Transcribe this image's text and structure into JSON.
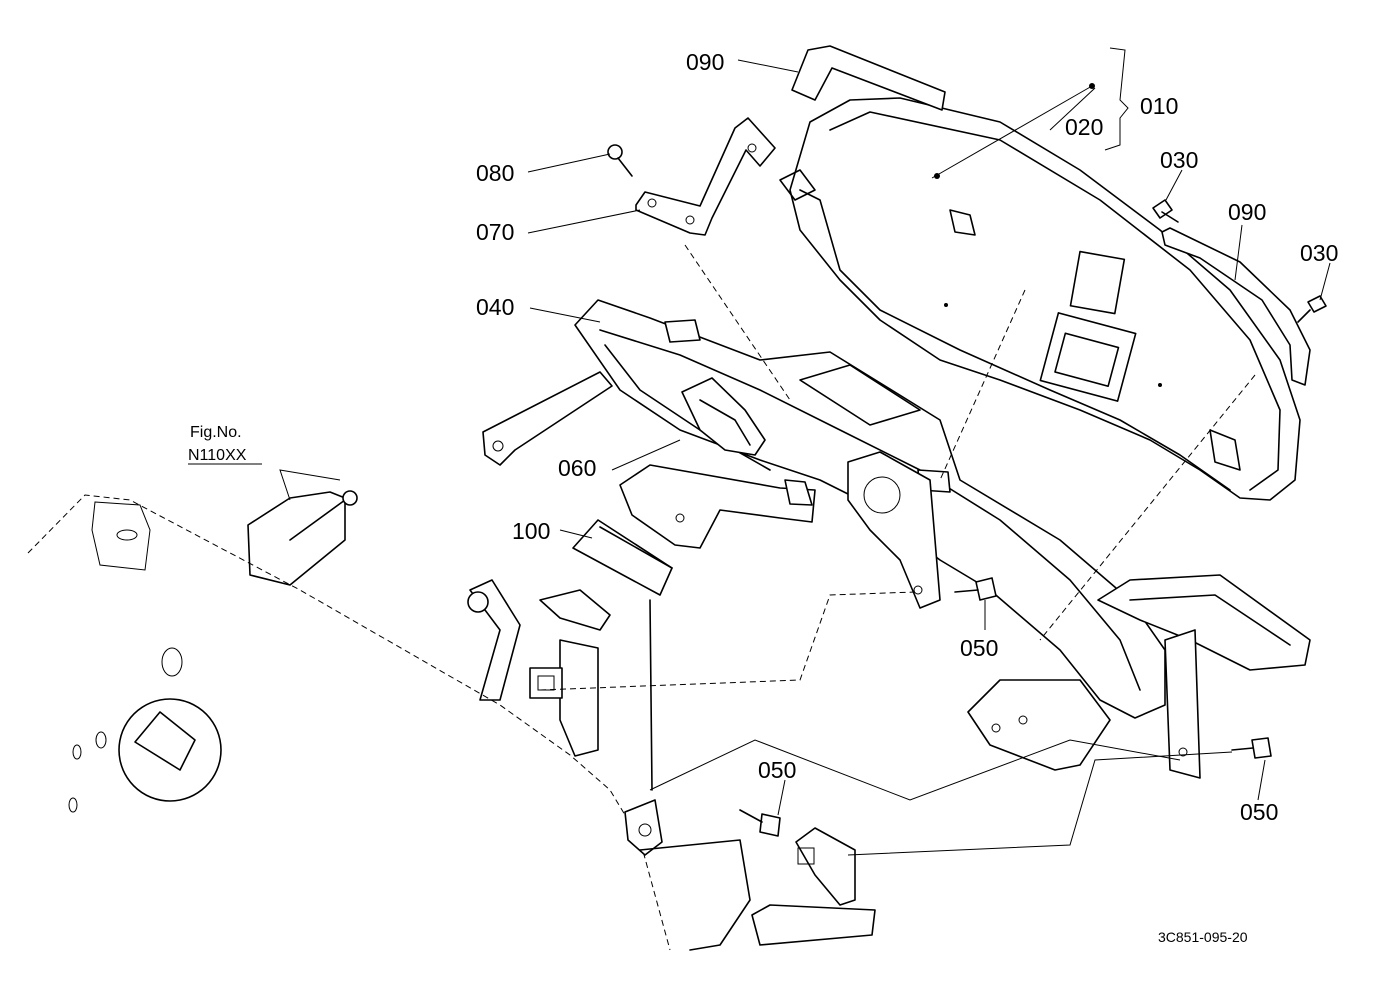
{
  "callouts": [
    {
      "id": "c-090-top",
      "text": "090"
    },
    {
      "id": "c-010",
      "text": "010"
    },
    {
      "id": "c-020",
      "text": "020"
    },
    {
      "id": "c-080",
      "text": "080"
    },
    {
      "id": "c-070",
      "text": "070"
    },
    {
      "id": "c-030-a",
      "text": "030"
    },
    {
      "id": "c-090-right",
      "text": "090"
    },
    {
      "id": "c-030-b",
      "text": "030"
    },
    {
      "id": "c-040",
      "text": "040"
    },
    {
      "id": "c-060",
      "text": "060"
    },
    {
      "id": "c-100",
      "text": "100"
    },
    {
      "id": "c-050-a",
      "text": "050"
    },
    {
      "id": "c-050-b",
      "text": "050"
    },
    {
      "id": "c-050-c",
      "text": "050"
    }
  ],
  "fig_ref": {
    "line1": "Fig.No.",
    "line2": "N110XX"
  },
  "drawing_code": "3C851-095-20"
}
